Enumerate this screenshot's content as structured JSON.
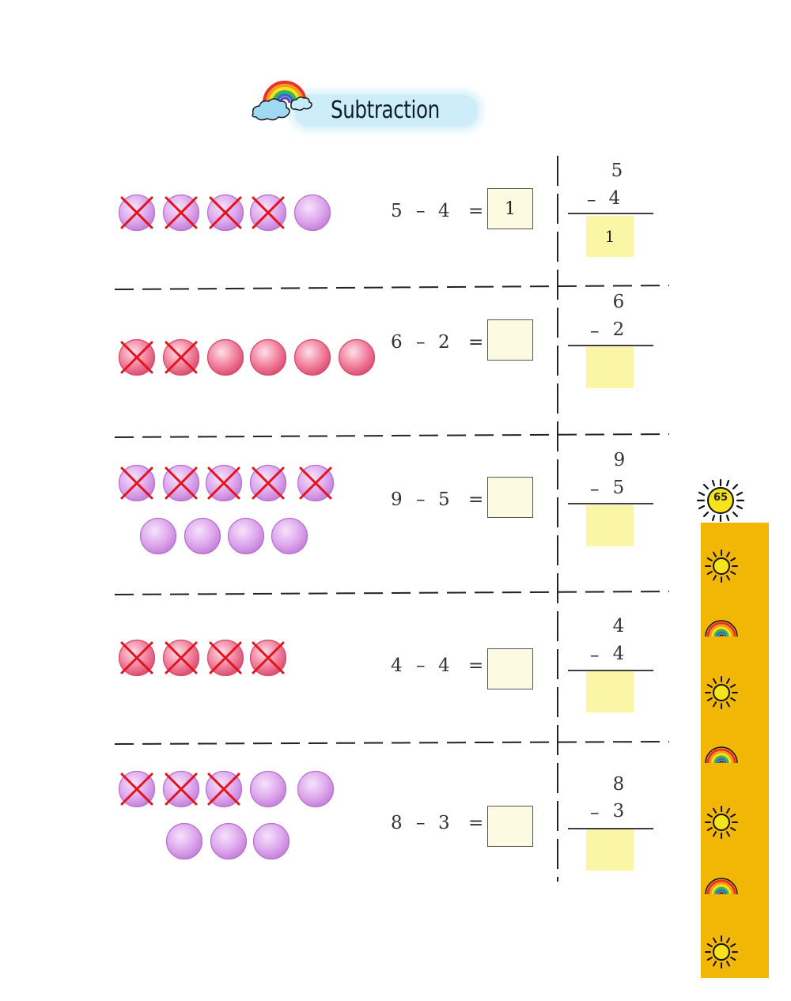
{
  "title": "Subtraction",
  "page_number": "65",
  "colors": {
    "lavender": "#d59ae6",
    "pink": "#ee6b92",
    "cross": "#e0141c",
    "answer_fill": "#faf6a6",
    "sidebar": "#f2b705"
  },
  "problems": [
    {
      "minuend": "5",
      "subtrahend": "4",
      "minus": "–",
      "equals": "=",
      "answer": "1",
      "vertical_answer": "1",
      "ball_color": "lavender",
      "total": 5,
      "crossed": 4
    },
    {
      "minuend": "6",
      "subtrahend": "2",
      "minus": "–",
      "equals": "=",
      "answer": "",
      "vertical_answer": "",
      "ball_color": "pink",
      "total": 6,
      "crossed": 2
    },
    {
      "minuend": "9",
      "subtrahend": "5",
      "minus": "–",
      "equals": "=",
      "answer": "",
      "vertical_answer": "",
      "ball_color": "lavender",
      "total": 9,
      "crossed": 5
    },
    {
      "minuend": "4",
      "subtrahend": "4",
      "minus": "–",
      "equals": "=",
      "answer": "",
      "vertical_answer": "",
      "ball_color": "pink",
      "total": 4,
      "crossed": 4
    },
    {
      "minuend": "8",
      "subtrahend": "3",
      "minus": "–",
      "equals": "=",
      "answer": "",
      "vertical_answer": "",
      "ball_color": "lavender",
      "total": 8,
      "crossed": 3
    }
  ],
  "sidebar_icons": [
    "sun-icon",
    "rainbow-icon",
    "sun-icon",
    "rainbow-icon",
    "sun-icon",
    "rainbow-icon",
    "sun-icon"
  ]
}
